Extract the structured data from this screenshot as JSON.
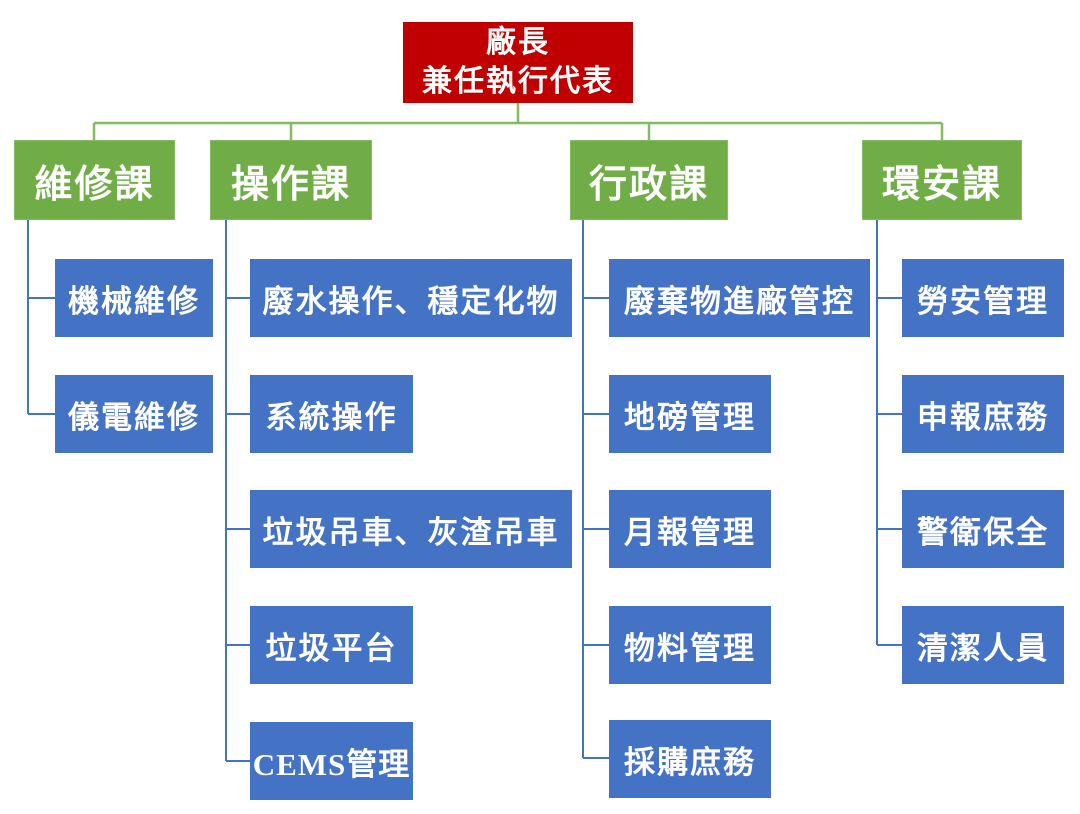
{
  "colors": {
    "background": "#FFFFFF",
    "root-bg": "#C00000",
    "dept-bg": "#70AD47",
    "dept-border": "#86BC61",
    "unit-bg": "#4472C4",
    "connector-green": "#84BB62",
    "connector-blue": "#4472C4",
    "text": "#FFFFFF"
  },
  "org": {
    "root": {
      "line1": "廠長",
      "line2": "兼任執行代表"
    },
    "departments": [
      {
        "label": "維修課",
        "children": [
          {
            "label": "機械維修"
          },
          {
            "label": "儀電維修"
          }
        ]
      },
      {
        "label": "操作課",
        "children": [
          {
            "label": "廢水操作、穩定化物"
          },
          {
            "label": "系統操作"
          },
          {
            "label": "垃圾吊車、灰渣吊車"
          },
          {
            "label": "垃圾平台"
          },
          {
            "label": "CEMS管理"
          }
        ]
      },
      {
        "label": "行政課",
        "children": [
          {
            "label": "廢棄物進廠管控"
          },
          {
            "label": "地磅管理"
          },
          {
            "label": "月報管理"
          },
          {
            "label": "物料管理"
          },
          {
            "label": "採購庶務"
          }
        ]
      },
      {
        "label": "環安課",
        "children": [
          {
            "label": "勞安管理"
          },
          {
            "label": "申報庶務"
          },
          {
            "label": "警衛保全"
          },
          {
            "label": "清潔人員"
          }
        ]
      }
    ]
  }
}
